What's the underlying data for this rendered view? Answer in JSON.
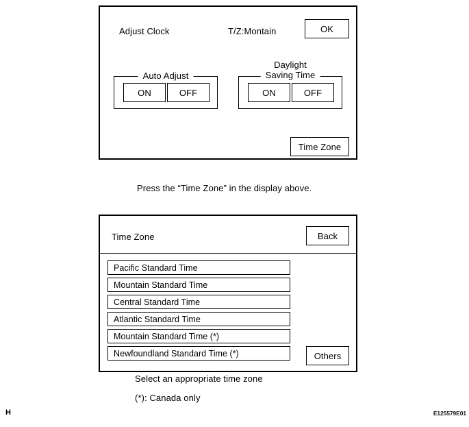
{
  "clock_screen": {
    "title": "Adjust Clock",
    "timezone_status": "T/Z:Montain",
    "ok_label": "OK",
    "time_zone_label": "Time Zone",
    "auto_adjust": {
      "legend": "Auto Adjust",
      "on_label": "ON",
      "off_label": "OFF"
    },
    "daylight_saving": {
      "legend_line1": "Daylight",
      "legend_line2": "Saving Time",
      "on_label": "ON",
      "off_label": "OFF"
    }
  },
  "caption_press": "Press the “Time Zone” in the display above.",
  "timezone_screen": {
    "title": "Time Zone",
    "back_label": "Back",
    "others_label": "Others",
    "items": [
      "Pacific Standard Time",
      "Mountain Standard Time",
      "Central Standard Time",
      "Atlantic Standard Time",
      "Mountain Standard Time (*)",
      "Newfoundland Standard Time (*)"
    ]
  },
  "caption_select": "Select an appropriate time zone",
  "caption_note": "(*): Canada only",
  "page_marks": {
    "section_letter": "H",
    "figure_code": "E125579E01"
  }
}
